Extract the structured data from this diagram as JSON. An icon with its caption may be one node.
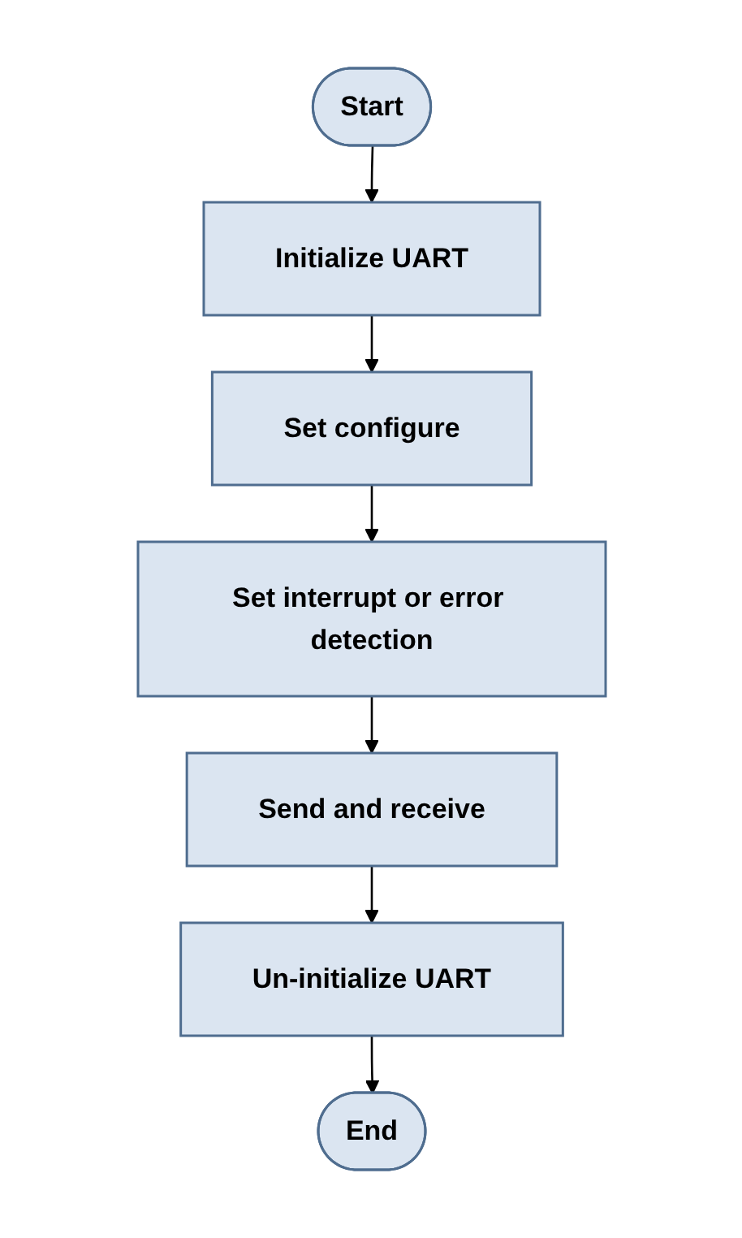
{
  "diagram": {
    "nodes": [
      {
        "text": [
          "Start"
        ]
      },
      {
        "text": [
          "Initialize UART"
        ]
      },
      {
        "text": [
          "Set configure"
        ]
      },
      {
        "text": [
          "Set interrupt or error detection"
        ]
      },
      {
        "text": [
          "Send and receive"
        ]
      },
      {
        "text": [
          "Un-initialize UART"
        ]
      },
      {
        "text": [
          "End"
        ]
      }
    ],
    "edges": [
      {
        "from": 0,
        "to": 1,
        "arrow": "to"
      },
      {
        "from": 1,
        "to": 2,
        "arrow": "to"
      },
      {
        "from": 2,
        "to": 3,
        "arrow": "to"
      },
      {
        "from": 3,
        "to": 4,
        "arrow": "to"
      },
      {
        "from": 4,
        "to": 5,
        "arrow": "to"
      },
      {
        "from": 5,
        "to": 6,
        "arrow": "to"
      }
    ]
  }
}
